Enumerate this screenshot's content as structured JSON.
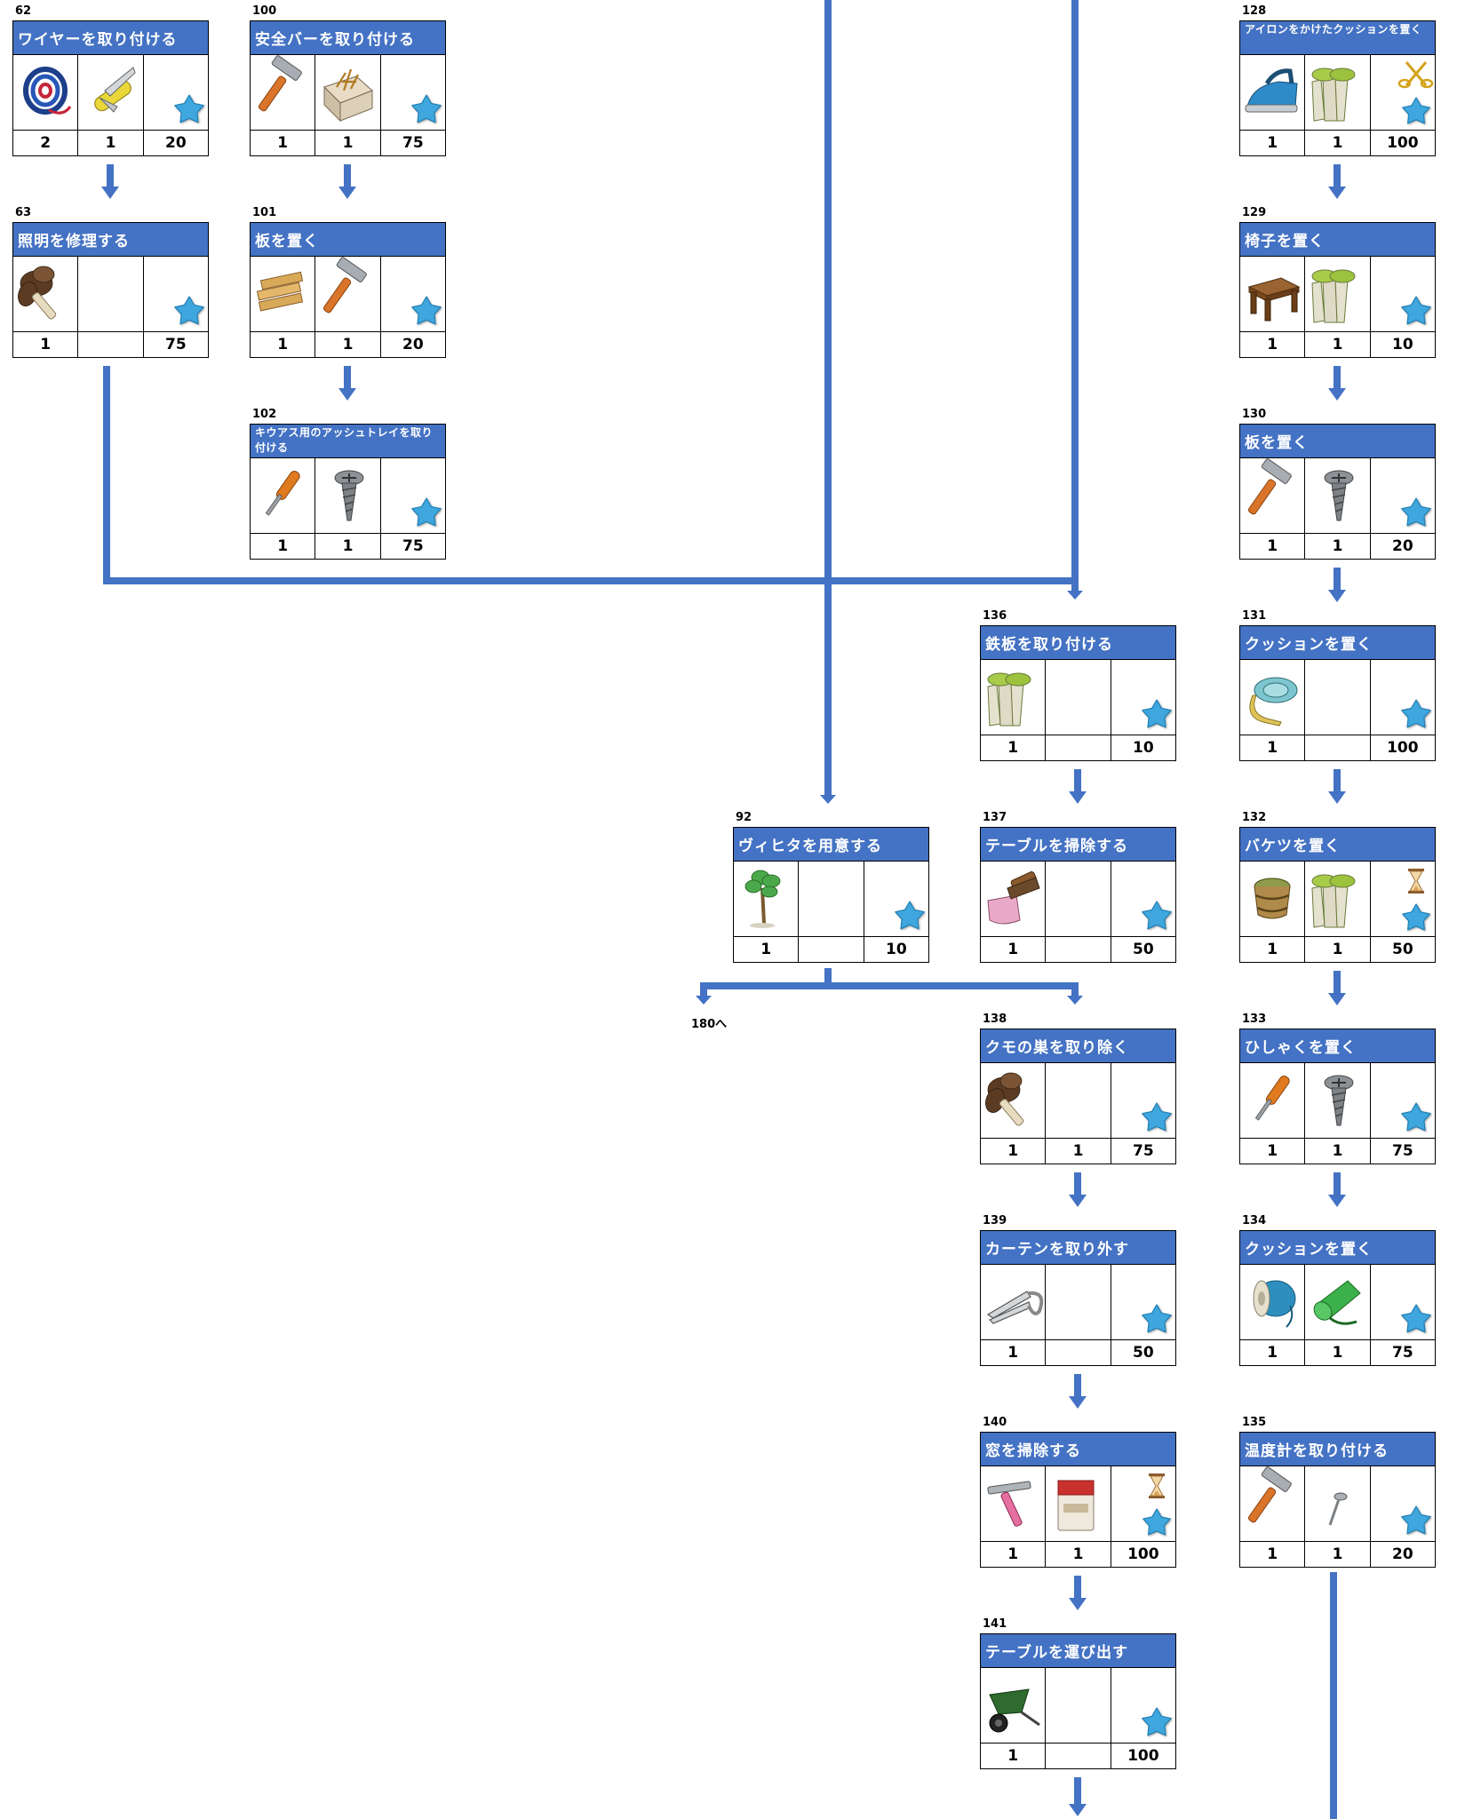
{
  "colors": {
    "header": "#4472c4",
    "line": "#4472c4",
    "star": "#3fa7de"
  },
  "note": "180へ",
  "tasks": [
    {
      "id": "t62",
      "num": "62",
      "title": "ワイヤーを取り付ける",
      "icons": [
        "wire-coil-icon",
        "swiss-knife-icon",
        "star-icon"
      ],
      "counts": [
        "2",
        "1",
        "20"
      ]
    },
    {
      "id": "t63",
      "num": "63",
      "title": "照明を修理する",
      "icons": [
        "feather-duster-icon",
        "",
        "star-icon"
      ],
      "counts": [
        "1",
        "",
        "75"
      ]
    },
    {
      "id": "t100",
      "num": "100",
      "title": "安全バーを取り付ける",
      "icons": [
        "hammer-icon",
        "nails-box-icon",
        "star-icon"
      ],
      "counts": [
        "1",
        "1",
        "75"
      ]
    },
    {
      "id": "t101",
      "num": "101",
      "title": "板を置く",
      "icons": [
        "planks-icon",
        "hammer-icon",
        "star-icon"
      ],
      "counts": [
        "1",
        "1",
        "20"
      ]
    },
    {
      "id": "t102",
      "num": "102",
      "title": "キウアス用のアッシュトレイを取り付ける",
      "icons": [
        "screwdriver-icon",
        "screw-icon",
        "star-icon"
      ],
      "counts": [
        "1",
        "1",
        "75"
      ]
    },
    {
      "id": "t128",
      "num": "128",
      "title": "アイロンをかけたクッションを置く",
      "icons": [
        "iron-icon",
        "gloves-icon",
        "scissors-star-icon"
      ],
      "counts": [
        "1",
        "1",
        "100"
      ]
    },
    {
      "id": "t129",
      "num": "129",
      "title": "椅子を置く",
      "icons": [
        "stool-icon",
        "gloves-icon",
        "star-icon"
      ],
      "counts": [
        "1",
        "1",
        "10"
      ]
    },
    {
      "id": "t130",
      "num": "130",
      "title": "板を置く",
      "icons": [
        "hammer-icon",
        "screw-icon",
        "star-icon"
      ],
      "counts": [
        "1",
        "1",
        "20"
      ]
    },
    {
      "id": "t131",
      "num": "131",
      "title": "クッションを置く",
      "icons": [
        "measuring-tape-icon",
        "",
        "star-icon"
      ],
      "counts": [
        "1",
        "",
        "100"
      ]
    },
    {
      "id": "t132",
      "num": "132",
      "title": "バケツを置く",
      "icons": [
        "wooden-bucket-icon",
        "gloves-icon",
        "hourglass-star-icon"
      ],
      "counts": [
        "1",
        "1",
        "50"
      ]
    },
    {
      "id": "t133",
      "num": "133",
      "title": "ひしゃくを置く",
      "icons": [
        "screwdriver-icon",
        "screw-icon",
        "star-icon"
      ],
      "counts": [
        "1",
        "1",
        "75"
      ]
    },
    {
      "id": "t134",
      "num": "134",
      "title": "クッションを置く",
      "icons": [
        "thread-spool-icon",
        "fabric-roll-icon",
        "star-icon"
      ],
      "counts": [
        "1",
        "1",
        "75"
      ]
    },
    {
      "id": "t135",
      "num": "135",
      "title": "温度計を取り付ける",
      "icons": [
        "hammer-icon",
        "nail-icon",
        "star-icon"
      ],
      "counts": [
        "1",
        "1",
        "20"
      ]
    },
    {
      "id": "t136",
      "num": "136",
      "title": "鉄板を取り付ける",
      "icons": [
        "gloves-icon",
        "",
        "star-icon"
      ],
      "counts": [
        "1",
        "",
        "10"
      ]
    },
    {
      "id": "t137",
      "num": "137",
      "title": "テーブルを掃除する",
      "icons": [
        "dustpan-brush-icon",
        "",
        "star-icon"
      ],
      "counts": [
        "1",
        "",
        "50"
      ]
    },
    {
      "id": "t138",
      "num": "138",
      "title": "クモの巣を取り除く",
      "icons": [
        "feather-duster-icon",
        "",
        "star-icon"
      ],
      "counts": [
        "1",
        "1",
        "75"
      ]
    },
    {
      "id": "t139",
      "num": "139",
      "title": "カーテンを取り外す",
      "icons": [
        "shears-icon",
        "",
        "star-icon"
      ],
      "counts": [
        "1",
        "",
        "50"
      ]
    },
    {
      "id": "t140",
      "num": "140",
      "title": "窓を掃除する",
      "icons": [
        "squeegee-icon",
        "cleaning-powder-icon",
        "hourglass-star-icon"
      ],
      "counts": [
        "1",
        "1",
        "100"
      ]
    },
    {
      "id": "t141",
      "num": "141",
      "title": "テーブルを運び出す",
      "icons": [
        "wheelbarrow-icon",
        "",
        "star-icon"
      ],
      "counts": [
        "1",
        "",
        "100"
      ]
    },
    {
      "id": "t92",
      "num": "92",
      "title": "ヴィヒタを用意する",
      "icons": [
        "vihta-plant-icon",
        "",
        "star-icon"
      ],
      "counts": [
        "1",
        "",
        "10"
      ]
    }
  ]
}
